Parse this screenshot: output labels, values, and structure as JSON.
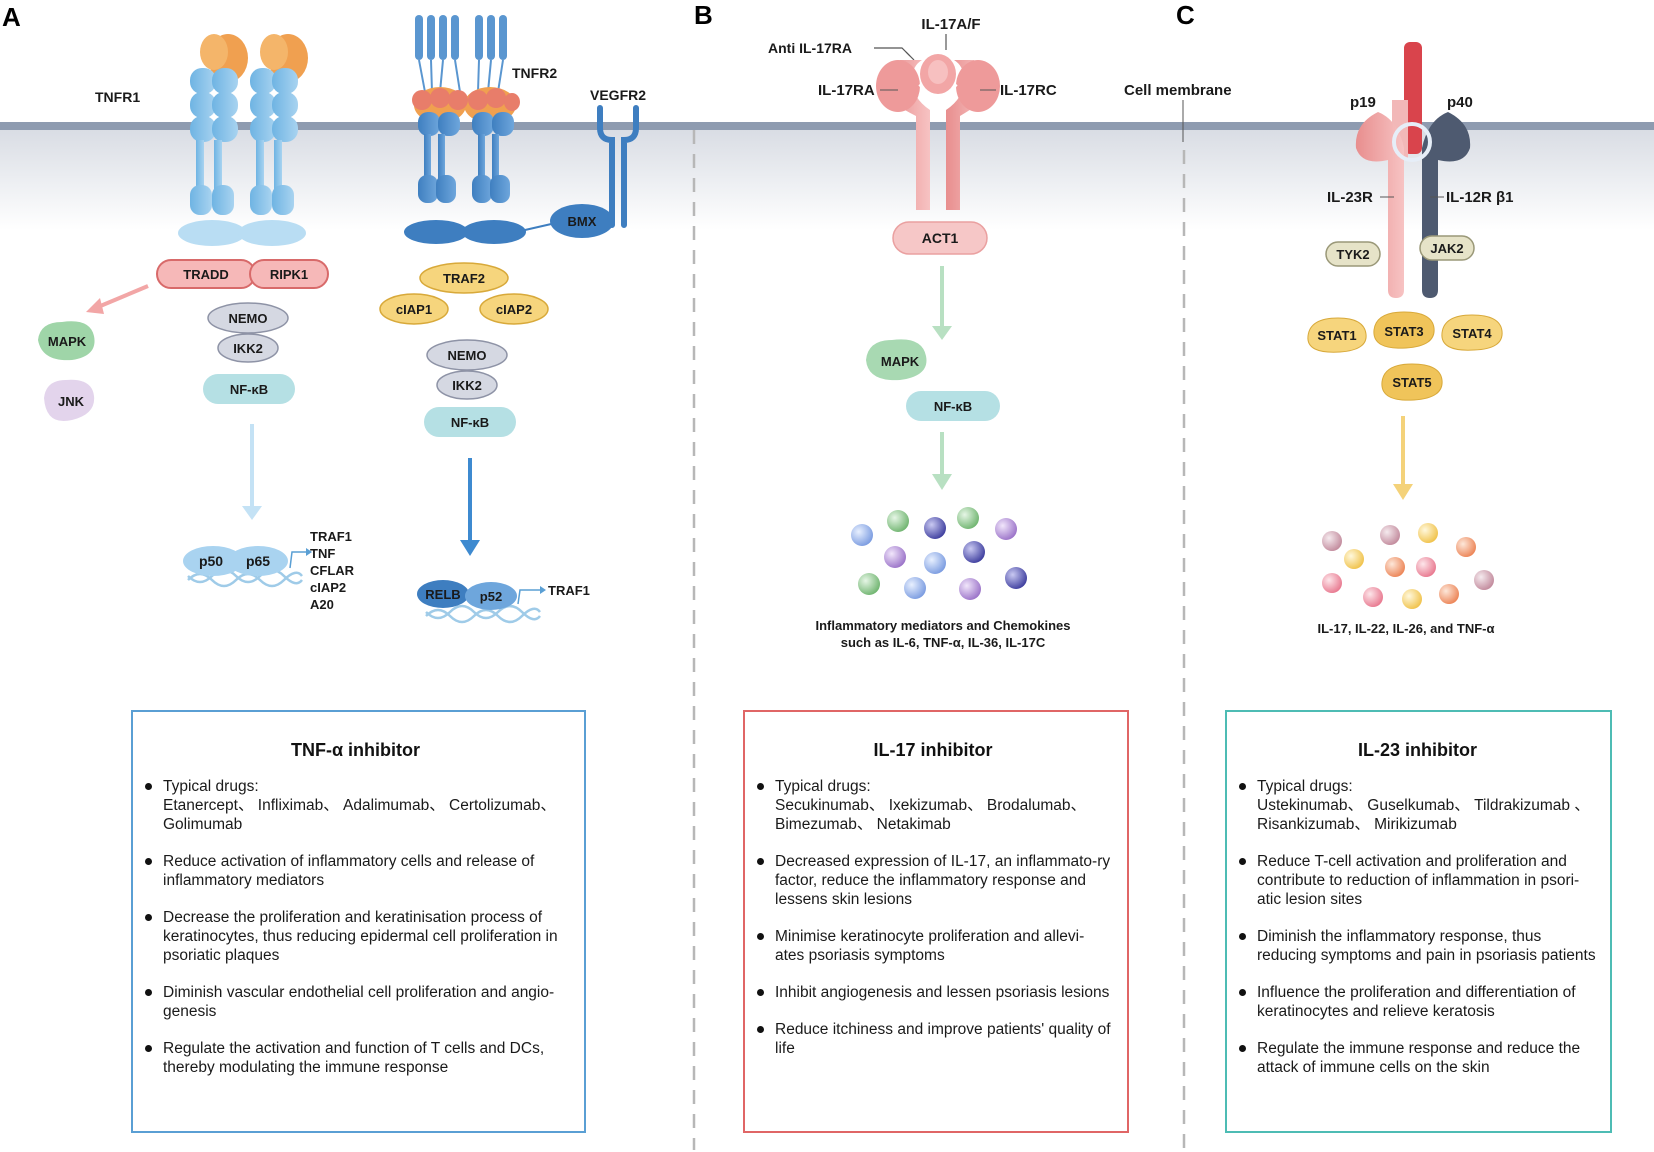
{
  "panels": {
    "a": {
      "letter": "A",
      "labels": {
        "tnfr1": "TNFR1",
        "tnfr2": "TNFR2",
        "vegfr2": "VEGFR2",
        "bmx": "BMX",
        "tradd": "TRADD",
        "ripk1": "RIPK1",
        "mapk": "MAPK",
        "jnk": "JNK",
        "nemo1": "NEMO",
        "ikk2_1": "IKK2",
        "nfkb1": "NF-κB",
        "traf2": "TRAF2",
        "ciap1": "cIAP1",
        "ciap2": "cIAP2",
        "nemo2": "NEMO",
        "ikk2_2": "IKK2",
        "nfkb2": "NF-κB",
        "p50": "p50",
        "p65": "p65",
        "relb": "RELB",
        "p52": "p52",
        "traf1_b": "TRAF1"
      },
      "targets": [
        "TRAF1",
        "TNF",
        "CFLAR",
        "cIAP2",
        "A20"
      ]
    },
    "b": {
      "letter": "B",
      "labels": {
        "il17af": "IL-17A/F",
        "anti": "Anti IL-17RA",
        "il17ra": "IL-17RA",
        "il17rc": "IL-17RC",
        "act1": "ACT1",
        "mapk": "MAPK",
        "nfkb": "NF-κB",
        "membrane": "Cell membrane"
      },
      "output_line1": "Inflammatory mediators and Chemokines",
      "output_line2": "such as IL-6, TNF-α, IL-36, IL-17C"
    },
    "c": {
      "letter": "C",
      "labels": {
        "p19": "p19",
        "p40": "p40",
        "il23r": "IL-23R",
        "il12rb1": "IL-12R β1",
        "tyk2": "TYK2",
        "jak2": "JAK2",
        "stat1": "STAT1",
        "stat3": "STAT3",
        "stat4": "STAT4",
        "stat5": "STAT5"
      },
      "output": "IL-17, IL-22, IL-26, and TNF-α"
    }
  },
  "boxes": {
    "tnf": {
      "title": "TNF-α inhibitor",
      "border_color": "#5a9fd4",
      "drugs_intro": "Typical drugs:",
      "drugs": "Etanercept、 Infliximab、 Adalimumab、 Certolizumab、 Golimumab",
      "points": [
        "Reduce activation of inflammatory cells and release of inflammatory mediators",
        "Decrease the proliferation and keratinisation process of keratinocytes, thus reducing epidermal cell proliferation in psoriatic plaques",
        "Diminish vascular endothelial cell proliferation and angio-genesis",
        "Regulate the activation and function of T cells and DCs, thereby modulating the immune response"
      ]
    },
    "il17": {
      "title": "IL-17 inhibitor",
      "border_color": "#e06666",
      "drugs_intro": "Typical drugs:",
      "drugs": "Secukinumab、 Ixekizumab、 Brodalumab、 Bimezumab、 Netakimab",
      "points": [
        "Decreased expression of IL-17, an inflammato-ry factor, reduce the inflammatory response and lessens skin lesions",
        "Minimise keratinocyte proliferation and allevi-ates psoriasis symptoms",
        "Inhibit angiogenesis and lessen psoriasis lesions",
        "Reduce itchiness and improve patients' quality of life"
      ]
    },
    "il23": {
      "title": "IL-23 inhibitor",
      "border_color": "#4dbcb4",
      "drugs_intro": "Typical drugs:",
      "drugs": "Ustekinumab、 Guselkumab、 Tildrakizumab 、 Risankizumab、 Mirikizumab",
      "points": [
        "Reduce T-cell activation and proliferation and contribute to reduction of inflammation in psori-atic lesion sites",
        "Diminish the inflammatory response, thus reducing symptoms and pain in psoriasis patients",
        "Influence the proliferation and differentiation of keratinocytes and relieve keratosis",
        "Regulate the immune response and reduce the attack of immune cells on the skin"
      ]
    }
  }
}
